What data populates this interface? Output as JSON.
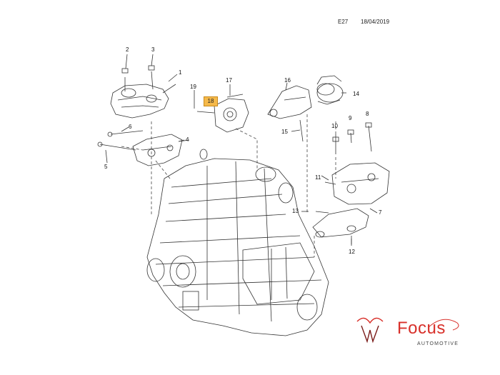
{
  "header": {
    "code": "E27",
    "date": "18/04/2019"
  },
  "callouts": [
    {
      "id": "c1",
      "label": "1"
    },
    {
      "id": "c2",
      "label": "2"
    },
    {
      "id": "c3",
      "label": "3"
    },
    {
      "id": "c4",
      "label": "4"
    },
    {
      "id": "c5",
      "label": "5"
    },
    {
      "id": "c6",
      "label": "6"
    },
    {
      "id": "c7",
      "label": "7"
    },
    {
      "id": "c8",
      "label": "8"
    },
    {
      "id": "c9",
      "label": "9"
    },
    {
      "id": "c10",
      "label": "10"
    },
    {
      "id": "c11",
      "label": "11"
    },
    {
      "id": "c12",
      "label": "12"
    },
    {
      "id": "c13",
      "label": "13"
    },
    {
      "id": "c14",
      "label": "14"
    },
    {
      "id": "c15",
      "label": "15"
    },
    {
      "id": "c16",
      "label": "16"
    },
    {
      "id": "c17",
      "label": "17"
    },
    {
      "id": "c19",
      "label": "19"
    }
  ],
  "highlight": {
    "label": "18",
    "color": "#f5b94a"
  },
  "logo": {
    "word": "Focus",
    "subtitle": "AUTOMOTIVE",
    "brand_color": "#d8302a"
  }
}
